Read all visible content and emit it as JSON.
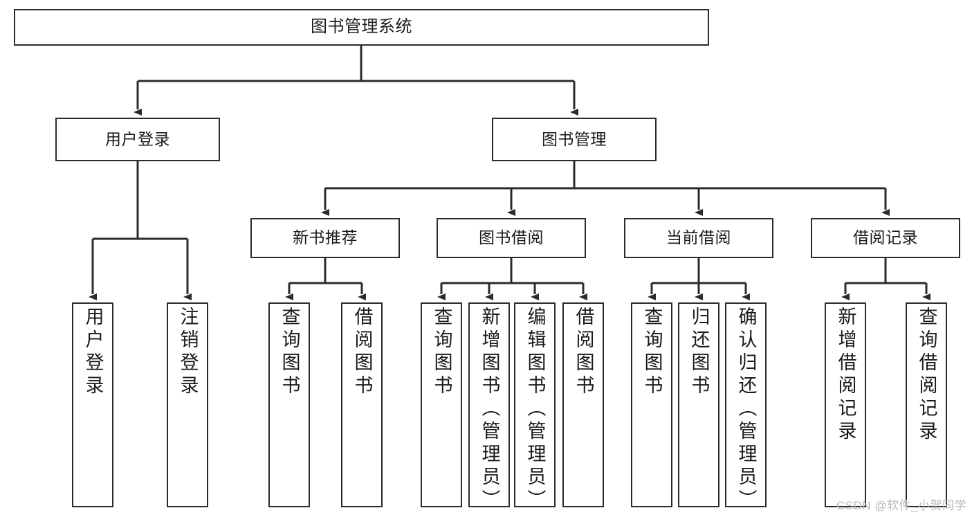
{
  "diagram": {
    "type": "tree",
    "title": "图书管理系统",
    "root": {
      "id": "root",
      "label": "图书管理系统"
    },
    "level2": [
      {
        "id": "user-login",
        "label": "用户登录"
      },
      {
        "id": "book-manage",
        "label": "图书管理"
      }
    ],
    "level3": [
      {
        "id": "new-book-recommend",
        "label": "新书推荐"
      },
      {
        "id": "book-borrow",
        "label": "图书借阅"
      },
      {
        "id": "current-borrow",
        "label": "当前借阅"
      },
      {
        "id": "borrow-record",
        "label": "借阅记录"
      }
    ],
    "leaves": {
      "user_login": [
        {
          "id": "leaf-user-login",
          "label": "用户登录"
        },
        {
          "id": "leaf-logout-login",
          "label": "注销登录"
        }
      ],
      "new_book_recommend": [
        {
          "id": "leaf-query-book-1",
          "label": "查询图书"
        },
        {
          "id": "leaf-borrow-book-1",
          "label": "借阅图书"
        }
      ],
      "book_borrow": [
        {
          "id": "leaf-query-book-2",
          "label": "查询图书"
        },
        {
          "id": "leaf-add-book",
          "label": "新增图书（管理员）"
        },
        {
          "id": "leaf-edit-book",
          "label": "编辑图书（管理员）"
        },
        {
          "id": "leaf-borrow-book-2",
          "label": "借阅图书"
        }
      ],
      "current_borrow": [
        {
          "id": "leaf-query-book-3",
          "label": "查询图书"
        },
        {
          "id": "leaf-return-book",
          "label": "归还图书"
        },
        {
          "id": "leaf-confirm-return",
          "label": "确认归还（管理员）"
        }
      ],
      "borrow_record": [
        {
          "id": "leaf-add-record",
          "label": "新增借阅记录"
        },
        {
          "id": "leaf-query-record",
          "label": "查询借阅记录"
        }
      ]
    }
  },
  "watermark": {
    "text": "CSDN @软件_小贺同学"
  },
  "colors": {
    "stroke": "#2b2b2b",
    "background": "#ffffff",
    "text": "#1a1a1a",
    "watermark": "#b9b9b9"
  }
}
